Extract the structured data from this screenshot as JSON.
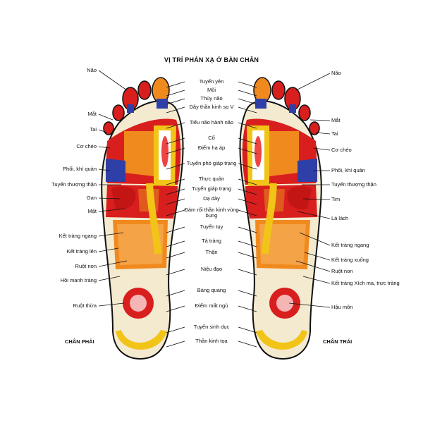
{
  "title": "VỊ TRÍ PHẢN XẠ Ở BÀN CHÂN",
  "foot_right_name": "CHÂN PHẢI",
  "foot_left_name": "CHÂN TRÁI",
  "left_labels": [
    "Não",
    "Mắt",
    "Tai",
    "Cơ chéo",
    "Phổi, khí quản",
    "Tuyến thượng thận",
    "Gan",
    "Mật",
    "Kết tràng ngang",
    "Kết tràng lên",
    "Ruột non",
    "Hồi manh tràng",
    "Ruột thừa"
  ],
  "center_labels": [
    "Tuyến yên",
    "Mũi",
    "Thùy não",
    "Dây thần kinh sọ V",
    "Tiểu não hành não",
    "Cổ",
    "Điểm hạ áp",
    "Tuyến phó giáp trạng",
    "Thực quản",
    "Tuyến giáp trạng",
    "Dạ dày",
    "Đám rối thần kinh vùng bụng",
    "Tuyến tụy",
    "Tá tràng",
    "Thận",
    "Niệu đạo",
    "Bàng quang",
    "Điểm mất ngủ",
    "Tuyến sinh dục",
    "Thần kinh tọa"
  ],
  "right_labels": [
    "Não",
    "Mắt",
    "Tai",
    "Cơ chéo",
    "Phổi, khí quản",
    "Tuyến thượng thận",
    "Tim",
    "Lá lách",
    "Kết tràng ngang",
    "Kết tràng xuống",
    "Ruột non",
    "Kết tràng Xích ma, trực tràng",
    "Hậu môn"
  ],
  "colors": {
    "red": "#d91e1e",
    "blue": "#2f3fa8",
    "yellow": "#f2c418",
    "orange": "#f08a1e",
    "cream": "#f3ead0",
    "black": "#111111"
  }
}
